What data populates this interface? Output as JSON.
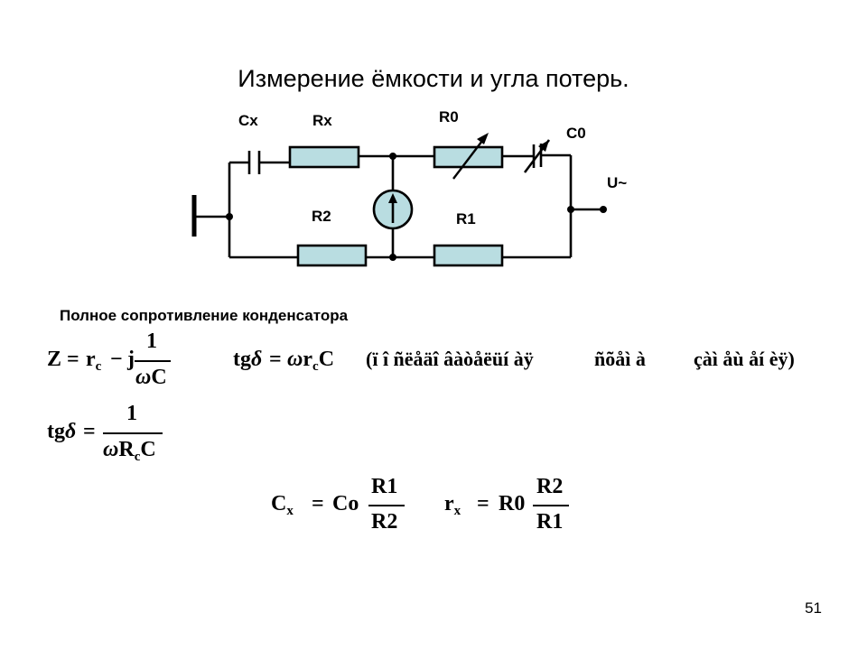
{
  "slide": {
    "title": "Измерение ёмкости и угла потерь.",
    "page_number": "51"
  },
  "circuit": {
    "labels": {
      "cx": "Cx",
      "rx": "Rx",
      "r0": "R0",
      "c0": "C0",
      "u": "U~",
      "r2": "R2",
      "r1": "R1"
    },
    "colors": {
      "resistor_fill": "#b9dde1",
      "wire": "#000000"
    }
  },
  "section": {
    "title": "Полное сопротивление конденсатора"
  },
  "formulas": {
    "impedance": {
      "lhs": "Z",
      "eq": "=",
      "r": "r",
      "r_sub": "c",
      "minus": "−",
      "j": "j",
      "num": "1",
      "den_omega": "ω",
      "den_c": "C"
    },
    "tg_series": {
      "tg": "tg",
      "delta": "δ",
      "eq": "=",
      "omega": "ω",
      "r": "r",
      "r_sub": "c",
      "c": "C",
      "note_1": "(ï î ñëåäî âàòåëüí àÿ",
      "note_2": "ñõåì à",
      "note_3": "çàì åù åí èÿ)"
    },
    "tg_parallel": {
      "tg": "tg",
      "delta": "δ",
      "eq": "=",
      "num": "1",
      "den_omega": "ω",
      "den_r": "R",
      "den_r_sub": "c",
      "den_c": "C"
    },
    "cx_formula": {
      "c": "C",
      "c_sub": "x",
      "eq": "=",
      "co": "Co",
      "num": "R1",
      "den": "R2"
    },
    "rx_formula": {
      "r": "r",
      "r_sub": "x",
      "eq": "=",
      "r0": "R0",
      "num": "R2",
      "den": "R1"
    }
  }
}
